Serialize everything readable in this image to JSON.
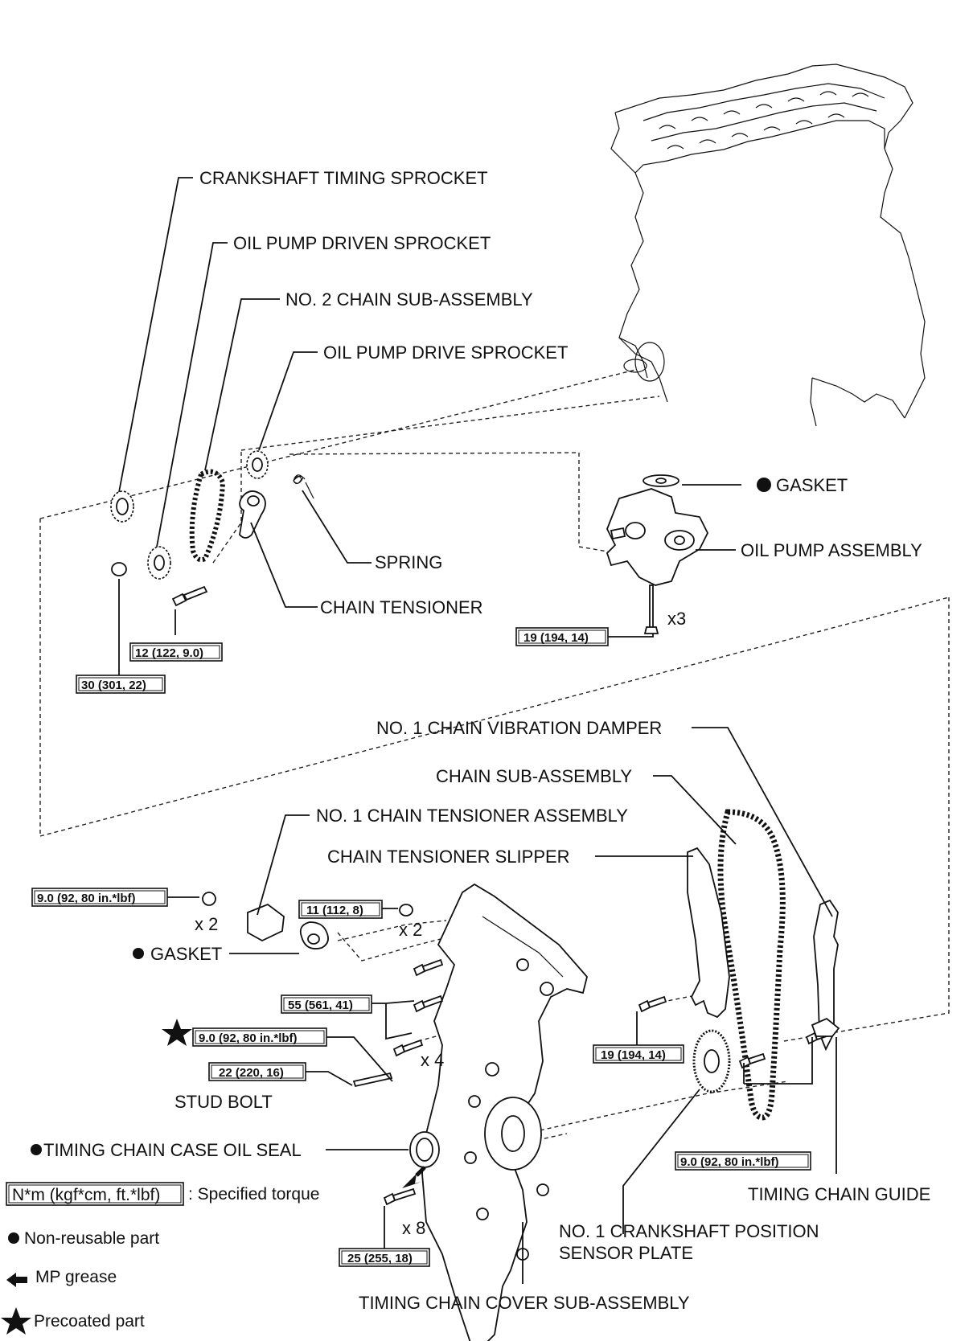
{
  "labels": {
    "crankshaft_timing_sprocket": "CRANKSHAFT TIMING SPROCKET",
    "oil_pump_driven_sprocket": "OIL PUMP DRIVEN SPROCKET",
    "no2_chain_sub_assembly": "NO. 2 CHAIN SUB-ASSEMBLY",
    "oil_pump_drive_sprocket": "OIL PUMP DRIVE SPROCKET",
    "gasket_top": "GASKET",
    "oil_pump_assembly": "OIL PUMP ASSEMBLY",
    "spring": "SPRING",
    "chain_tensioner": "CHAIN TENSIONER",
    "x3": "x3",
    "no1_chain_vibration_damper": "NO. 1 CHAIN VIBRATION DAMPER",
    "chain_sub_assembly": "CHAIN SUB-ASSEMBLY",
    "no1_chain_tensioner_assembly": "NO. 1 CHAIN TENSIONER ASSEMBLY",
    "chain_tensioner_slipper": "CHAIN TENSIONER SLIPPER",
    "x2_left": "x 2",
    "x2_mid": "x 2",
    "gasket_mid": "GASKET",
    "x4": "x 4",
    "stud_bolt": "STUD BOLT",
    "timing_chain_case_oil_seal": "TIMING CHAIN CASE OIL SEAL",
    "x8": "x 8",
    "timing_chain_guide": "TIMING CHAIN GUIDE",
    "no1_crankshaft_position_sensor_plate_line1": "NO. 1 CRANKSHAFT POSITION",
    "no1_crankshaft_position_sensor_plate_line2": "SENSOR PLATE",
    "timing_chain_cover_sub_assembly": "TIMING CHAIN COVER SUB-ASSEMBLY"
  },
  "torques": {
    "t12": "12 (122, 9.0)",
    "t30": "30 (301, 22)",
    "t19_pump": "19 (194, 14)",
    "t9_left": "9.0 (92, 80 in.*lbf)",
    "t11": "11 (112, 8)",
    "t55": "55 (561, 41)",
    "t9_star": "9.0 (92, 80 in.*lbf)",
    "t22": "22 (220, 16)",
    "t19_slipper": "19 (194, 14)",
    "t9_guide": "9.0 (92, 80 in.*lbf)",
    "t25": "25 (255, 18)"
  },
  "legend": {
    "torque_box": "N*m (kgf*cm, ft.*lbf)",
    "torque_text": ": Specified torque",
    "non_reusable": "Non-reusable part",
    "mp_grease": "MP grease",
    "precoated": "Precoated part"
  }
}
